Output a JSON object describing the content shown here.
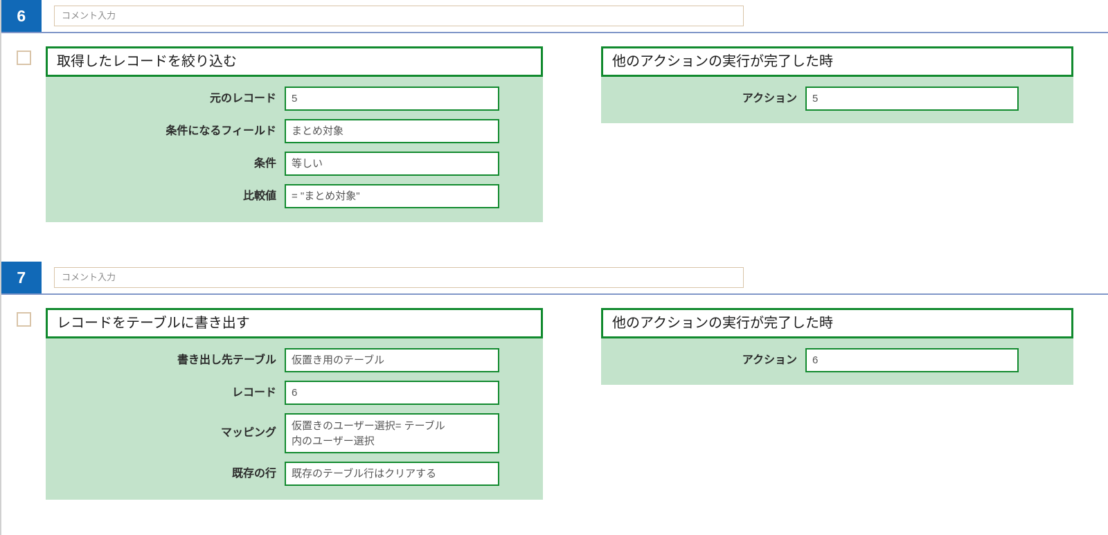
{
  "colors": {
    "step_badge_bg": "#1169b7",
    "header_rule": "#8096c8",
    "card_border_green": "#118a2e",
    "card_fill_green": "#c3e3cb",
    "comment_border_tan": "#d9c4a8",
    "checkbox_border_tan": "#d9c4a8"
  },
  "steps": [
    {
      "number": "6",
      "comment_placeholder": "コメント入力",
      "checkbox_name": "step-6-checkbox",
      "action": {
        "title": "取得したレコードを絞り込む",
        "fields": [
          {
            "label": "元のレコード",
            "value": "5"
          },
          {
            "label": "条件になるフィールド",
            "value": "まとめ対象"
          },
          {
            "label": "条件",
            "value": "等しい"
          },
          {
            "label": "比較値",
            "value": "= \"まとめ対象\""
          }
        ]
      },
      "trigger": {
        "title": "他のアクションの実行が完了した時",
        "fields": [
          {
            "label": "アクション",
            "value": "5"
          }
        ]
      }
    },
    {
      "number": "7",
      "comment_placeholder": "コメント入力",
      "checkbox_name": "step-7-checkbox",
      "action": {
        "title": "レコードをテーブルに書き出す",
        "fields": [
          {
            "label": "書き出し先テーブル",
            "value": "仮置き用のテーブル"
          },
          {
            "label": "レコード",
            "value": "6"
          },
          {
            "label": "マッピング",
            "value": "仮置きのユーザー選択= テーブル\n内のユーザー選択"
          },
          {
            "label": "既存の行",
            "value": "既存のテーブル行はクリアする"
          }
        ]
      },
      "trigger": {
        "title": "他のアクションの実行が完了した時",
        "fields": [
          {
            "label": "アクション",
            "value": "6"
          }
        ]
      }
    }
  ]
}
